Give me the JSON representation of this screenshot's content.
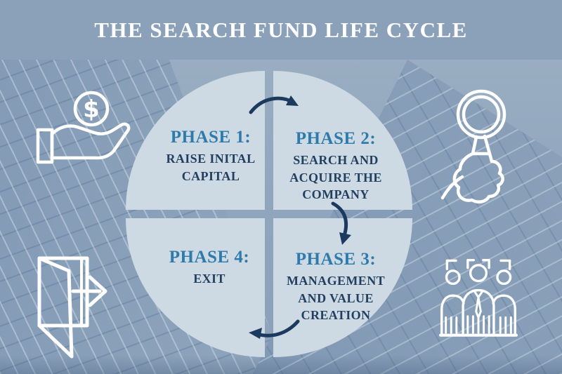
{
  "title": "THE SEARCH FUND LIFE CYCLE",
  "cycle": {
    "phases": [
      {
        "heading": "PHASE 1:",
        "lines": [
          "RAISE INITAL",
          "CAPITAL"
        ]
      },
      {
        "heading": "PHASE 2:",
        "lines": [
          "SEARCH AND",
          "ACQUIRE THE",
          "COMPANY"
        ]
      },
      {
        "heading": "PHASE 3:",
        "lines": [
          "MANAGEMENT",
          "AND VALUE",
          "CREATION"
        ]
      },
      {
        "heading": "PHASE 4:",
        "lines": [
          "EXIT"
        ]
      }
    ],
    "arrows": [
      "phase-1-to-phase-2",
      "phase-2-to-phase-3",
      "phase-3-to-phase-4"
    ]
  },
  "icons": {
    "top_left": "hand-receiving-dollar-coin",
    "top_right": "hand-holding-magnifying-glass",
    "bottom_left": "open-exit-door-with-arrow",
    "bottom_right": "management-team",
    "coin_symbol": "$"
  },
  "colors": {
    "header_band": "#8BA1BA",
    "quadrant_fill": "#CEDAE3",
    "phase_heading": "#2E7BAB",
    "phase_body": "#223F60",
    "arrow": "#1C3A5E",
    "icon_stroke": "#FFFFFF",
    "title_text": "#FFFFFF"
  }
}
